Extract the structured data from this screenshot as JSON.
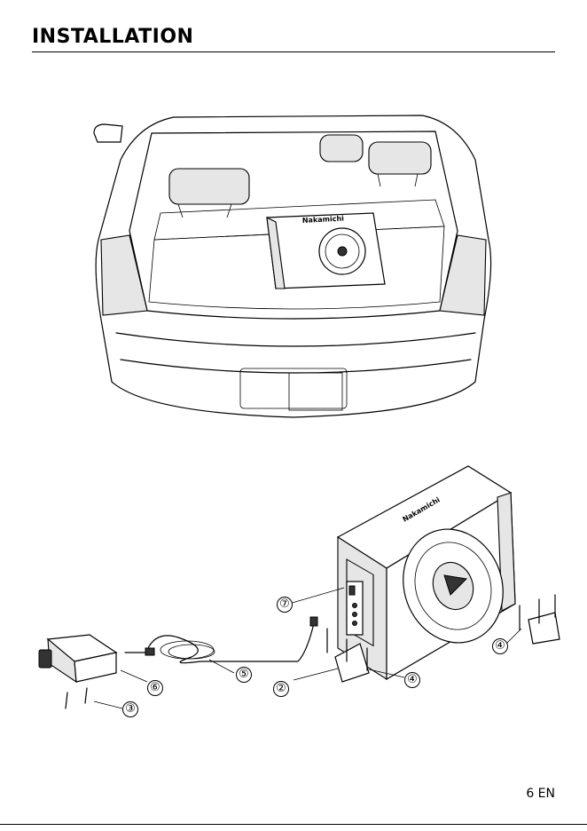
{
  "header": {
    "title": "INSTALLATION"
  },
  "figure_car": {
    "brand": "Nakamichi"
  },
  "figure_parts": {
    "brand": "Nakamichi",
    "callouts": {
      "c2": "②",
      "c3": "③",
      "c4a": "④",
      "c4b": "④",
      "c5": "⑤",
      "c6": "⑥",
      "c7": "⑦"
    }
  },
  "footer": {
    "page_number": "6 EN"
  }
}
